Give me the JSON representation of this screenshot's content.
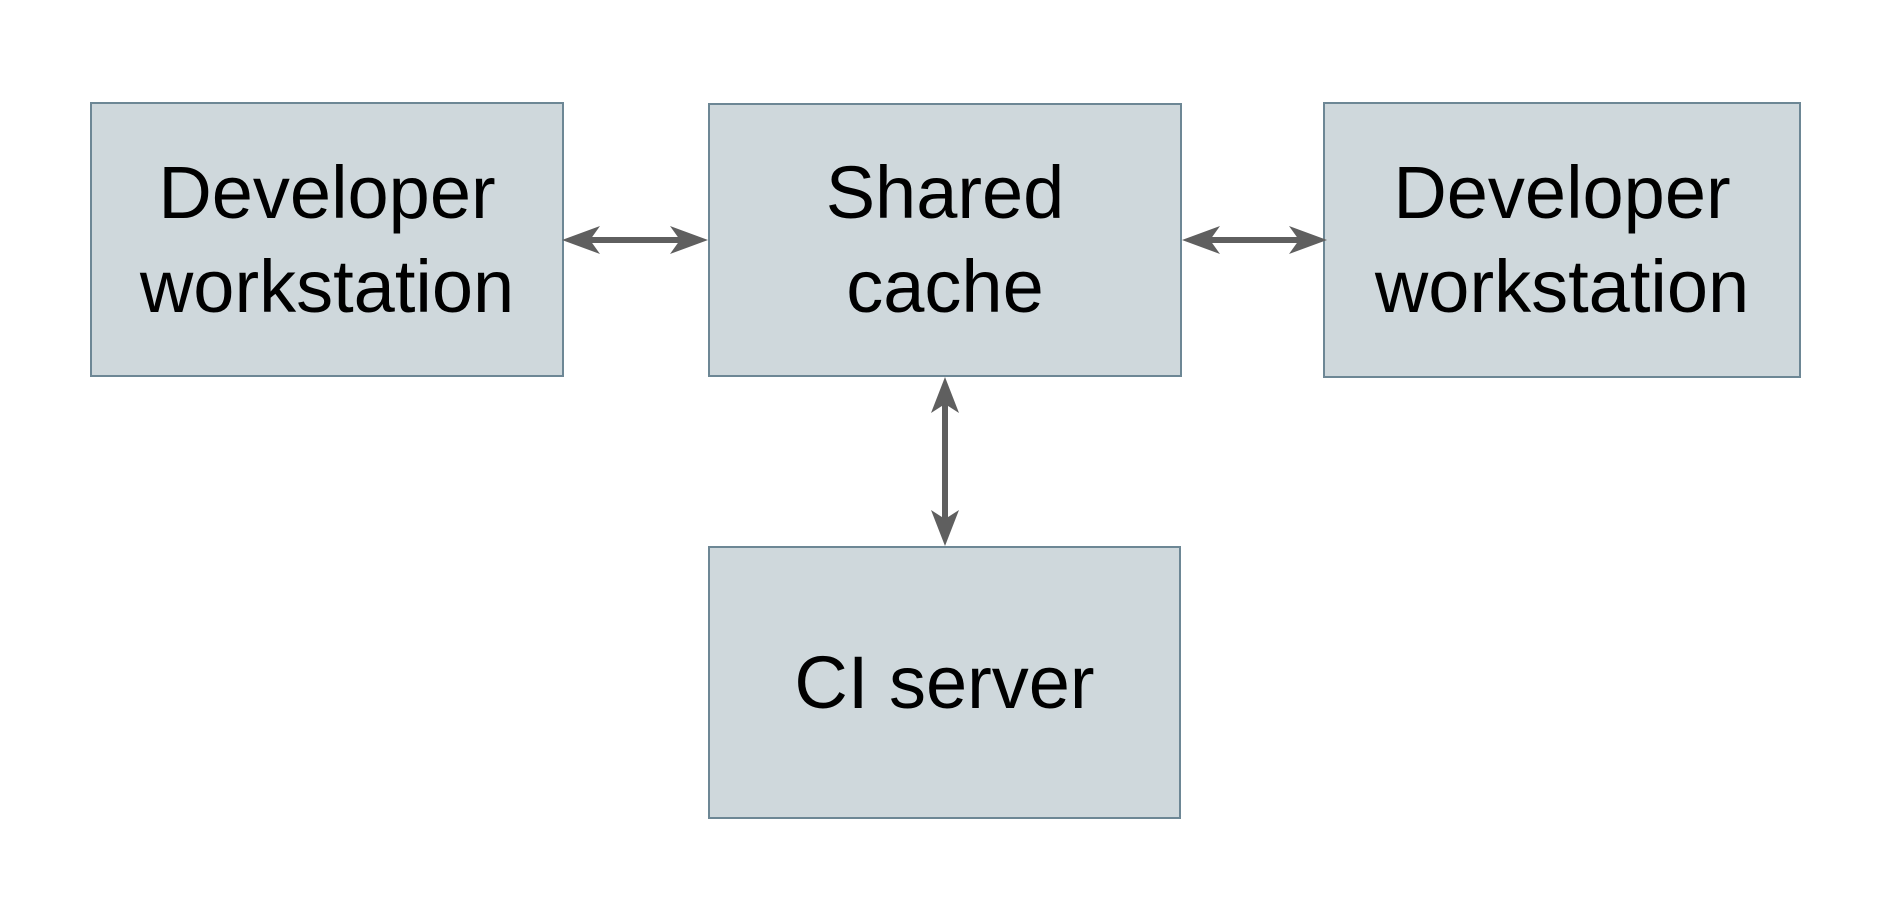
{
  "diagram": {
    "nodes": [
      {
        "id": "developer-workstation-left",
        "label": "Developer\nworkstation"
      },
      {
        "id": "shared-cache",
        "label": "Shared\ncache"
      },
      {
        "id": "developer-workstation-right",
        "label": "Developer\nworkstation"
      },
      {
        "id": "ci-server",
        "label": "CI server"
      }
    ],
    "edges": [
      {
        "from": "developer-workstation-left",
        "to": "shared-cache",
        "type": "bidirectional",
        "orientation": "horizontal"
      },
      {
        "from": "shared-cache",
        "to": "developer-workstation-right",
        "type": "bidirectional",
        "orientation": "horizontal"
      },
      {
        "from": "shared-cache",
        "to": "ci-server",
        "type": "bidirectional",
        "orientation": "vertical"
      }
    ],
    "colors": {
      "box_fill": "#cfd8dc",
      "box_border": "#6d8795",
      "arrow": "#5f5f5f",
      "text": "#000000",
      "background": "#ffffff"
    }
  }
}
